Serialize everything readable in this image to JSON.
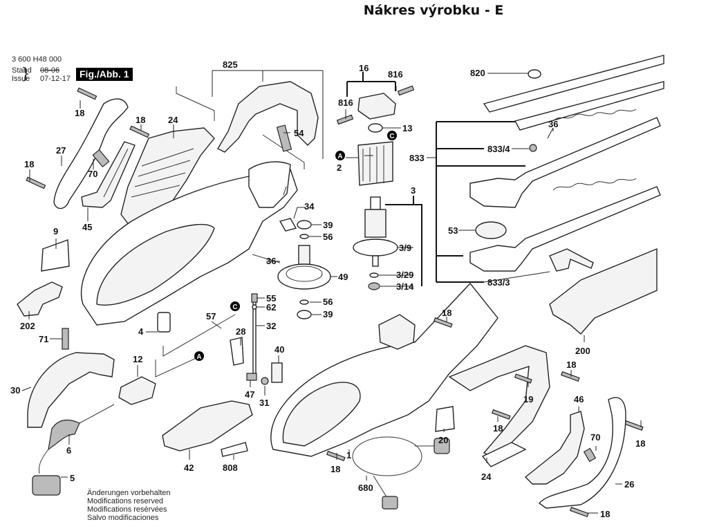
{
  "header": {
    "title": "Nákres výrobku - E",
    "document_number": "3 600 H48 000",
    "stand_label": "Stand",
    "issue_label": "Issue",
    "stand_value": "08-06",
    "issue_value": "07-12-17",
    "figure_badge": "Fig./Abb. 1"
  },
  "footer": {
    "notes": [
      "Änderungen vorbehalten",
      "Modifications reserved",
      "Modifications resérvées",
      "Salvo modificaciones"
    ]
  },
  "callout_markers": {
    "A": "A",
    "C": "C"
  },
  "parts": {
    "p1": "1",
    "p2": "2",
    "p3": "3",
    "p3_9": "3/9",
    "p3_29": "3/29",
    "p3_14": "3/14",
    "p4": "4",
    "p5": "5",
    "p6": "6",
    "p9": "9",
    "p12": "12",
    "p13": "13",
    "p16": "16",
    "p18": "18",
    "p19": "19",
    "p20": "20",
    "p24": "24",
    "p26": "26",
    "p27": "27",
    "p28": "28",
    "p30": "30",
    "p31": "31",
    "p32": "32",
    "p34": "34",
    "p36": "36",
    "p39": "39",
    "p40": "40",
    "p42": "42",
    "p45": "45",
    "p46": "46",
    "p47": "47",
    "p49": "49",
    "p53": "53",
    "p54": "54",
    "p55": "55",
    "p56": "56",
    "p57": "57",
    "p62": "62",
    "p70": "70",
    "p71": "71",
    "p200": "200",
    "p202": "202",
    "p680": "680",
    "p808": "808",
    "p816": "816",
    "p820": "820",
    "p825": "825",
    "p833": "833",
    "p833_3": "833/3",
    "p833_4": "833/4"
  }
}
